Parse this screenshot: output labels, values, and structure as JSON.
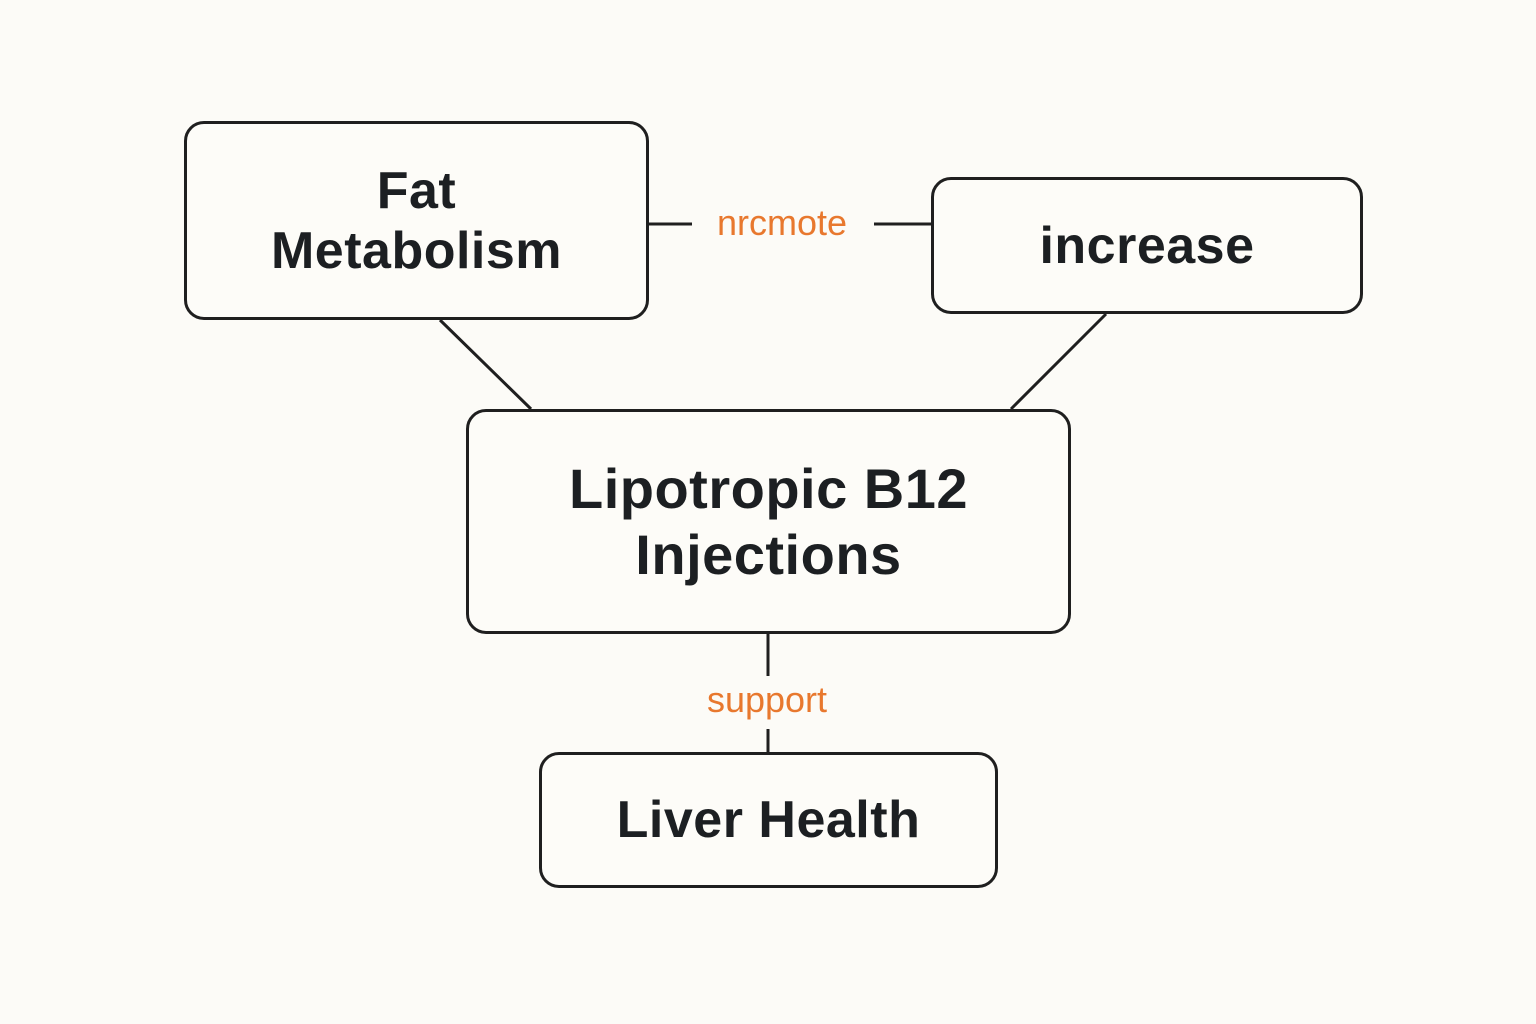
{
  "colors": {
    "background": "#fcfbf7",
    "node_border": "#1f1f1f",
    "node_text": "#1c1f22",
    "edge_label": "#e8782e",
    "edge_line": "#1f1f1f"
  },
  "nodes": {
    "fat_metabolism": {
      "line1": "Fat",
      "line2": "Metabolism"
    },
    "increase": {
      "label": "increase"
    },
    "lipotropic": {
      "line1": "Lipotropic B12",
      "line2": "Injections"
    },
    "liver_health": {
      "label": "Liver Health"
    }
  },
  "edges": {
    "promote_label": "nrcmote",
    "support_label": "support"
  }
}
